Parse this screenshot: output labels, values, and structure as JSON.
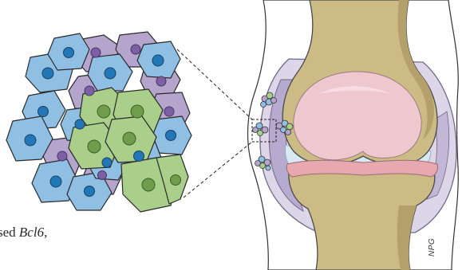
{
  "caption": {
    "prefix": "sed ",
    "gene": "Bcl6",
    "suffix": ","
  },
  "credit": "NPG",
  "colors": {
    "blue_cell": "#8fc0e3",
    "blue_nucleus": "#2277b8",
    "purple_cell": "#b5a4cc",
    "purple_nucleus": "#7d5fa3",
    "green_cell": "#a9cf8a",
    "green_nucleus": "#6f9d4c",
    "bone": "#cdbb86",
    "capsule": "#ddd6e8",
    "cartilage": "#efc8cf",
    "meniscus": "#e7a8b0",
    "synovial_fluid": "#d8e9f2"
  },
  "icons": [
    "cell-cluster",
    "knee-joint",
    "zoom-box"
  ]
}
